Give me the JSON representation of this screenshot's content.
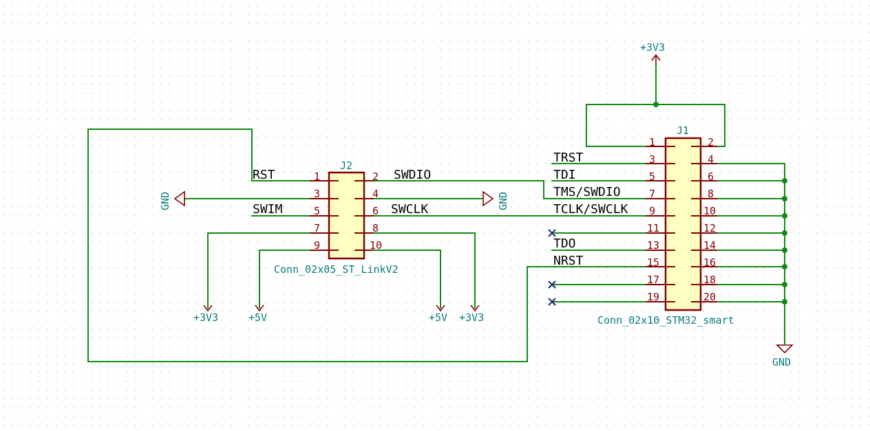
{
  "colors": {
    "wire": "#118a11",
    "pin": "#840000",
    "body_fill": "#ffffc2",
    "power_text": "#0a7b7b",
    "no_connect": "#1a2b7a",
    "grid_dot": "#c8c8c8"
  },
  "j2": {
    "ref": "J2",
    "value": "Conn_02x05_ST_LinkV2",
    "pins_left": [
      "1",
      "3",
      "5",
      "7",
      "9"
    ],
    "pins_right": [
      "2",
      "4",
      "6",
      "8",
      "10"
    ]
  },
  "j1": {
    "ref": "J1",
    "value": "Conn_02x10_STM32_smart",
    "pins_left": [
      "1",
      "3",
      "5",
      "7",
      "9",
      "11",
      "13",
      "15",
      "17",
      "19"
    ],
    "pins_right": [
      "2",
      "4",
      "6",
      "8",
      "10",
      "12",
      "14",
      "16",
      "18",
      "20"
    ]
  },
  "labels": {
    "rst": "RST",
    "swim": "SWIM",
    "swdio": "SWDIO",
    "swclk": "SWCLK",
    "trst": "TRST",
    "tdi": "TDI",
    "tms_swdio": "TMS/SWDIO",
    "tclk_swclk": "TCLK/SWCLK",
    "tdo": "TDO",
    "nrst": "NRST"
  },
  "power": {
    "gnd_left": "GND",
    "gnd_mid": "GND",
    "gnd_right": "GND",
    "v33_top": "+3V3",
    "v33_a": "+3V3",
    "v5_a": "+5V",
    "v5_b": "+5V",
    "v33_b": "+3V3"
  }
}
